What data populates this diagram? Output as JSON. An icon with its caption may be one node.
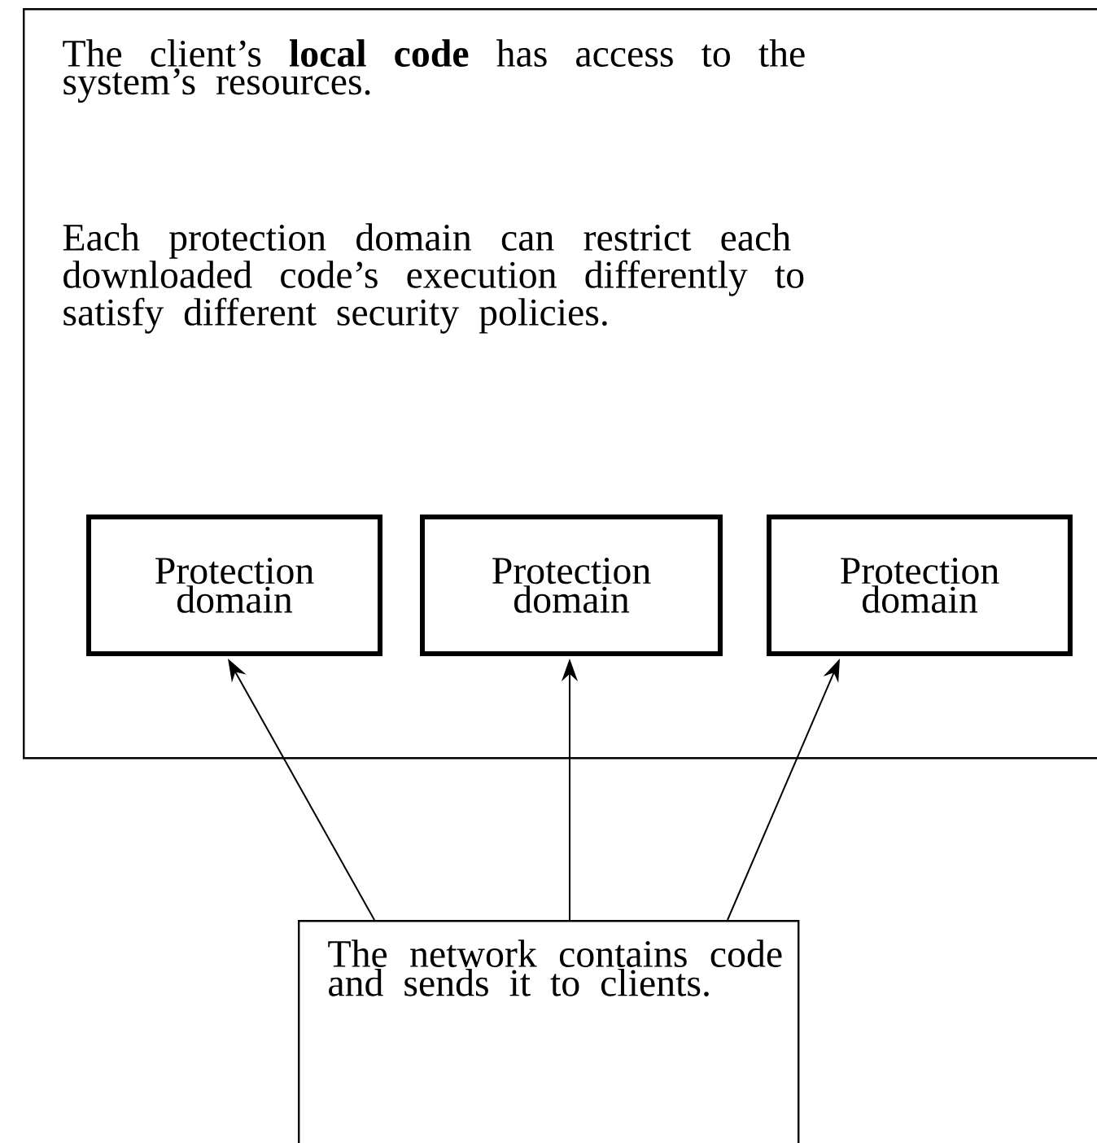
{
  "diagram": {
    "nodes": [
      {
        "text": [
          "The client’s **local code** has access to the system’s resources.",
          "Each protection domain can restrict each downloaded code’s execution differently to satisfy different security policies."
        ]
      },
      {
        "text": [
          "Protection domain"
        ],
        "in": 0
      },
      {
        "text": [
          "Protection domain"
        ],
        "in": 0
      },
      {
        "text": [
          "Protection domain"
        ],
        "in": 0
      },
      {
        "text": [
          "The network contains code and sends it to clients."
        ]
      }
    ],
    "edges": [
      {
        "from": 4,
        "to": 1,
        "arrow": "to"
      },
      {
        "from": 4,
        "to": 2,
        "arrow": "to"
      },
      {
        "from": 4,
        "to": 3,
        "arrow": "to"
      }
    ]
  }
}
